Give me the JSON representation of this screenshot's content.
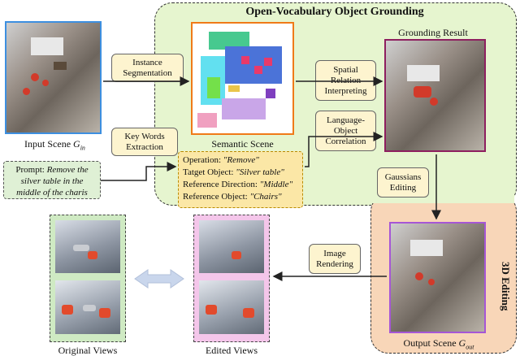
{
  "title_main": "Open-Vocabulary Object Grounding",
  "title_3d": "3D Editing",
  "grounding_result": "Grounding Result",
  "input_scene": {
    "text": "Input Scene ",
    "symbol": "G",
    "sub": "in"
  },
  "semantic_scene": "Semantic Scene",
  "output_scene": {
    "text": "Output Scene ",
    "symbol": "G",
    "sub": "out"
  },
  "original_views": "Original Views",
  "edited_views": "Edited Views",
  "steps": {
    "instance_seg": [
      "Instance",
      "Segmentation"
    ],
    "key_words": [
      "Key Words",
      "Extraction"
    ],
    "spatial": [
      "Spatial",
      "Relation",
      "Interpreting"
    ],
    "language_object": [
      "Language-",
      "Object",
      "Correlation"
    ],
    "gaussians": [
      "Gaussians",
      "Editing"
    ],
    "image_rendering": [
      "Image",
      "Rendering"
    ]
  },
  "prompt": {
    "label": "Prompt: ",
    "line1": "Remove the",
    "line2": "silver table in the",
    "line3": "middle of the charis"
  },
  "operation": {
    "op_label": "Operation: ",
    "op_value": "\"Remove\"",
    "target_label": "Tatget Object: ",
    "target_value": "\"Silver table\"",
    "dir_label": "Reference Direction: ",
    "dir_value": "\"Middle\"",
    "ref_label": "Reference Object: ",
    "ref_value": "\"Chairs\""
  },
  "colors": {
    "input_border": "#3d8fe0",
    "semantic_border": "#f07a18",
    "grounding_border": "#8e1f5f",
    "output_border": "#a656d6",
    "original_bg": "#cfeac3",
    "edited_bg": "#f4c6ea"
  }
}
